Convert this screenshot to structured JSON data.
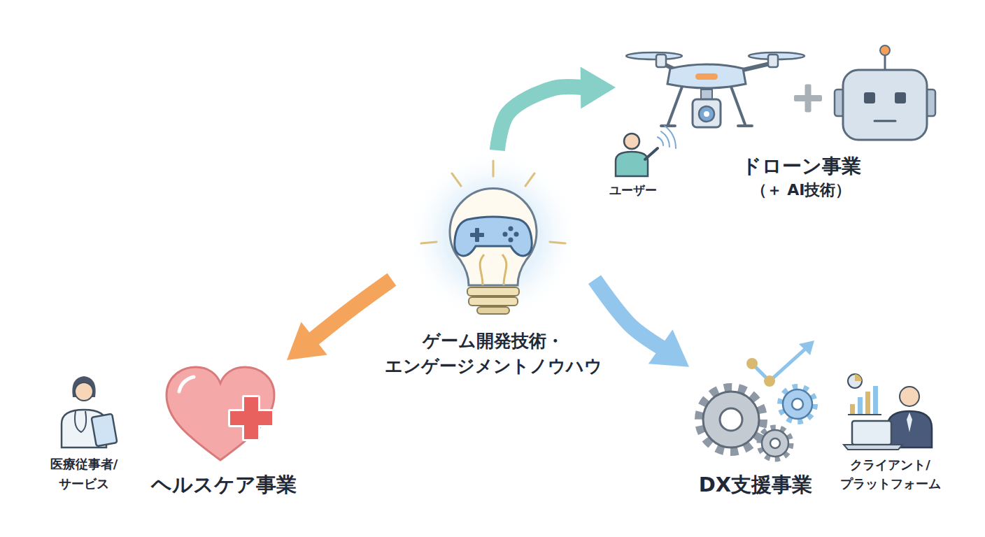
{
  "diagram": {
    "nodes": [
      {
        "text": [
          "ゲーム開発技術・ エンゲージメントノウハウ"
        ]
      },
      {
        "text": [
          "ドローン事業",
          "（＋ AI技術）"
        ]
      },
      {
        "text": [
          "ヘルスケア事業"
        ]
      },
      {
        "text": [
          "DX支援事業"
        ]
      }
    ],
    "edges": [
      {
        "from": 0,
        "to": 1,
        "arrow": "to"
      },
      {
        "from": 0,
        "to": 2,
        "arrow": "to"
      },
      {
        "from": 0,
        "to": 3,
        "arrow": "to"
      }
    ],
    "labels": [
      "ユーザー",
      "医療従事者/ サービス",
      "クライアント/ プラットフォーム"
    ]
  }
}
